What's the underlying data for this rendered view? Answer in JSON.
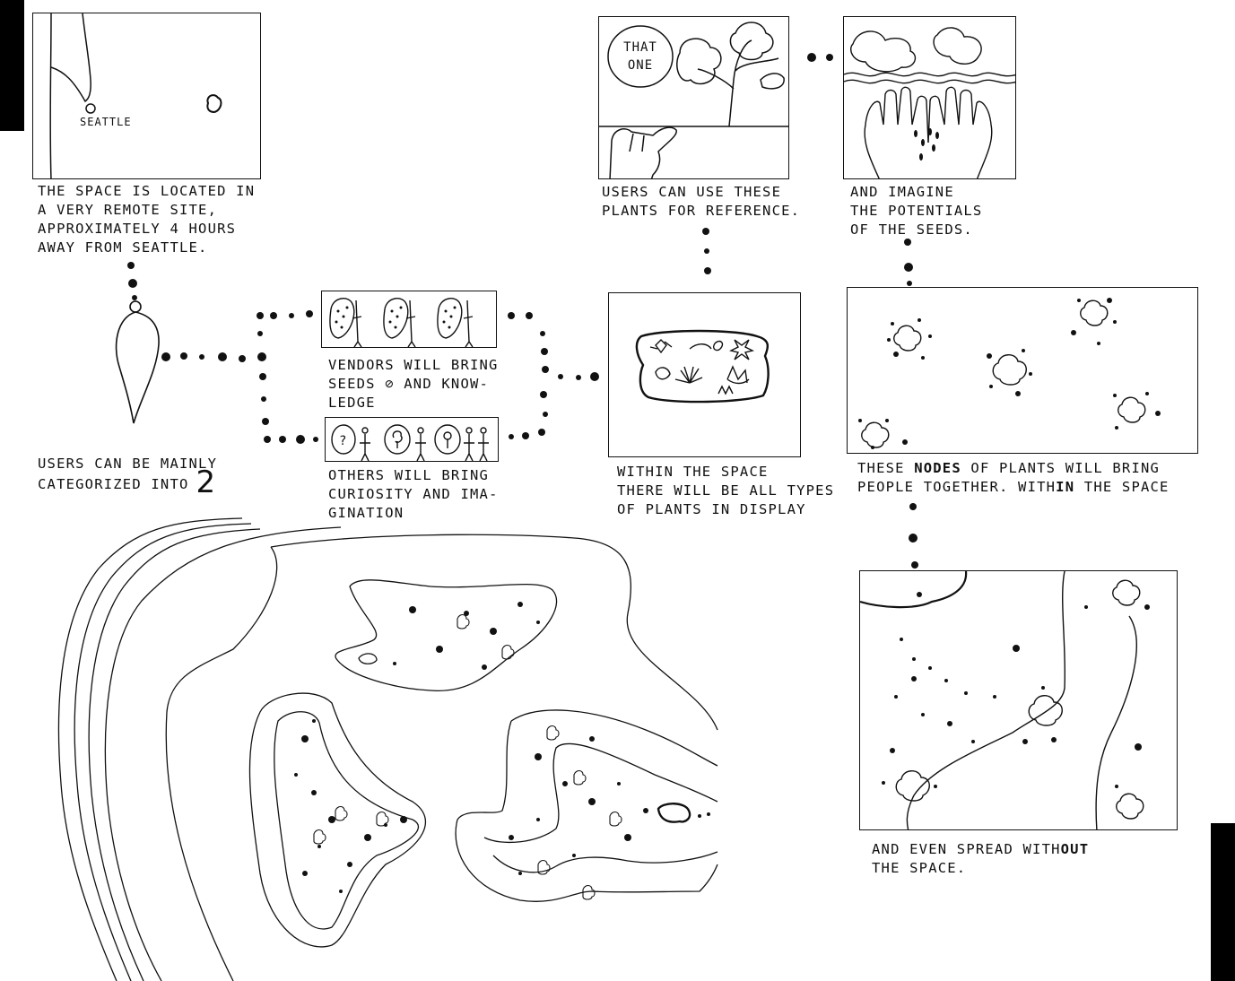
{
  "captions": {
    "location": "THE SPACE IS LOCATED IN\nA VERY REMOTE SITE,\nAPPROXIMATELY 4 HOURS\nAWAY FROM SEATTLE.",
    "users": "USERS CAN BE MAINLY\nCATEGORIZED INTO",
    "users_count": "2",
    "vendors": "VENDORS WILL BRING\nSEEDS ⊘ AND KNOW-\nLEDGE",
    "others": "OTHERS WILL BRING\nCURIOSITY AND IMA-\nGINATION",
    "display": "WITHIN THE SPACE\nTHERE WILL BE ALL TYPES\nOF PLANTS IN DISPLAY",
    "reference": "USERS CAN USE THESE\nPLANTS FOR REFERENCE.",
    "imagine": "AND IMAGINE\nTHE POTENTIALS\nOF THE SEEDS.",
    "nodes_1": "THESE ",
    "nodes_b1": "NODES",
    "nodes_2": " OF PLANTS WILL BRING\nPEOPLE TOGETHER. WITH",
    "nodes_b2": "IN",
    "nodes_3": " THE SPACE",
    "spread_1": "AND EVEN SPREAD WITH",
    "spread_b": "OUT",
    "spread_2": "\nTHE SPACE."
  },
  "labels": {
    "seattle": "SEATTLE",
    "speech_line1": "THAT",
    "speech_line2": "ONE"
  },
  "colors": {
    "ink": "#111111",
    "paper": "#ffffff"
  }
}
